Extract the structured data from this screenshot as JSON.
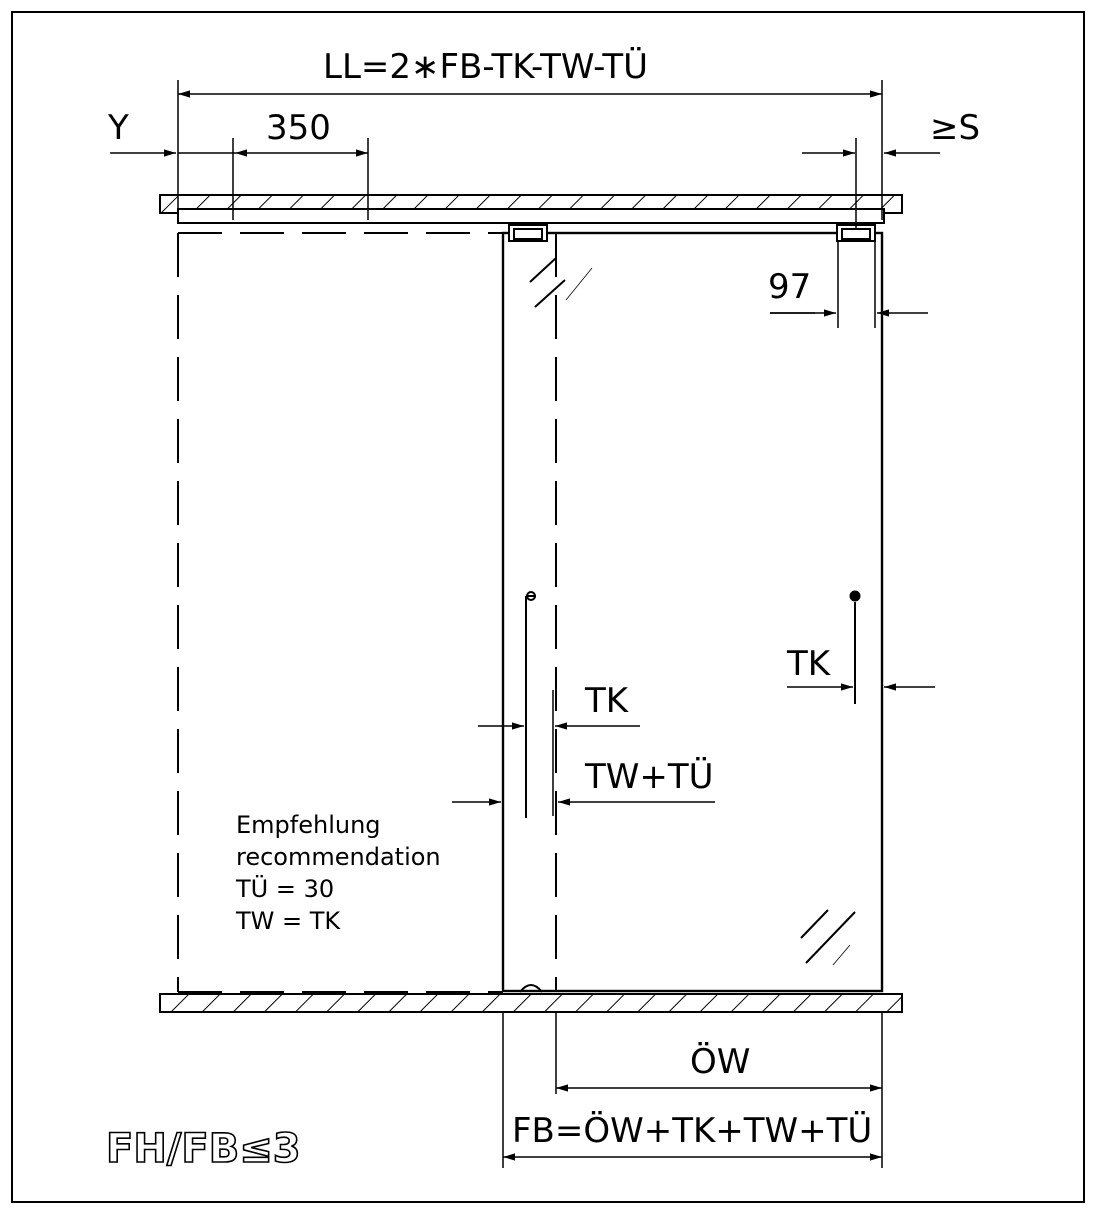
{
  "dimensions": {
    "ll": "LL=2∗FB-TK-TW-TÜ",
    "y": "Y",
    "d350": "350",
    "s": "≥S",
    "d97": "97",
    "tk_right": "TK",
    "tk_left": "TK",
    "tw_tu": "TW+TÜ",
    "ow": "ÖW",
    "fb": "FB=ÖW+TK+TW+TÜ"
  },
  "recommendation": {
    "line1": "Empfehlung",
    "line2": "recommendation",
    "line3": "TÜ  =  30",
    "line4": "TW  =  TK"
  },
  "ratio": "FH/FB≤3"
}
